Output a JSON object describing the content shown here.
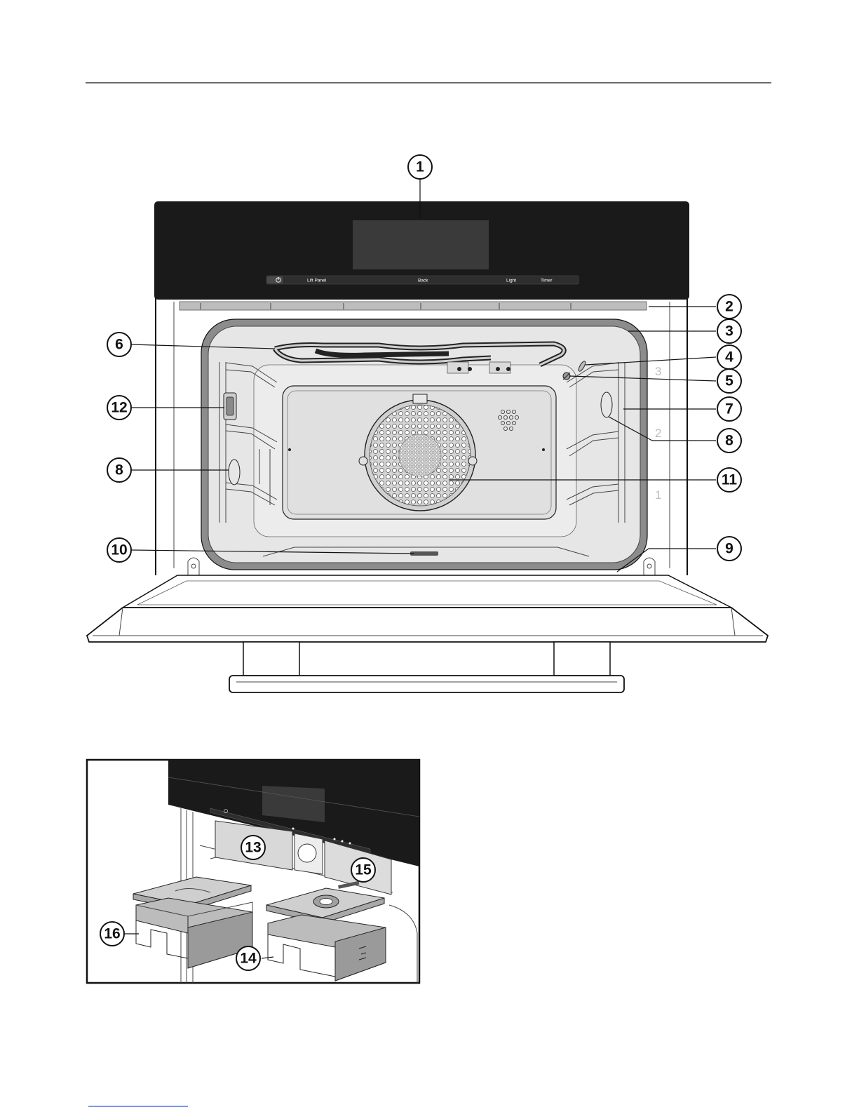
{
  "control_panel": {
    "labels": [
      "Lift Panel",
      "Back",
      "Light",
      "Timer"
    ],
    "power_symbol": "power-icon"
  },
  "shelf_levels": [
    "3",
    "2",
    "1"
  ],
  "callouts": [
    "1",
    "2",
    "3",
    "4",
    "5",
    "6",
    "7",
    "8",
    "9",
    "10",
    "11",
    "12",
    "13",
    "14",
    "15",
    "16"
  ],
  "colors": {
    "panel": "#1a1a1a",
    "display": "#3a3a3a",
    "cavity_seal": "#8c8c8c",
    "cavity_interior": "#e6e6e6",
    "fan_cover": "#d0d0d0",
    "shelf_number": "#bdbdbd"
  }
}
